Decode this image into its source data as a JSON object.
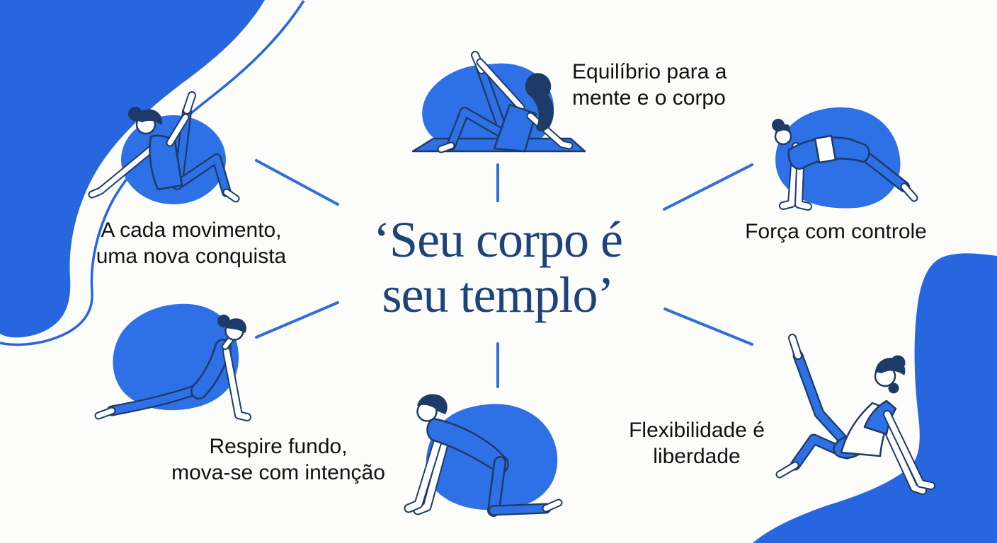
{
  "center": {
    "quote_lines": [
      "‘Seu corpo é",
      "seu templo’"
    ]
  },
  "captions": {
    "top_left": {
      "lines": [
        "A cada movimento,",
        "uma nova conquista"
      ]
    },
    "top_center": {
      "lines": [
        "Equilíbrio para a",
        "mente e o corpo"
      ]
    },
    "top_right": {
      "lines": [
        "Força com controle"
      ]
    },
    "bottom_left": {
      "lines": [
        "Respire fundo,",
        "mova-se com intenção"
      ]
    },
    "bottom_right": {
      "lines": [
        "Flexibilidade é",
        "liberdade"
      ]
    }
  },
  "illustrations": {
    "top_left": "woman-seated-leg-raise-stretch",
    "top_center": "woman-reclining-leg-hold-on-yoga-mat",
    "top_right": "woman-plank-pose",
    "bottom_left": "woman-upward-dog-pose",
    "bottom_center": "man-all-fours-cat-pose",
    "bottom_right": "woman-seated-lean-back-leg-lift"
  },
  "colors": {
    "background": "#FCFCFB",
    "primary_blue": "#2E70E5",
    "decor_blue": "#2766DF",
    "connector_blue": "#2F6FD8",
    "outline_navy": "#1E3A66",
    "quote_navy": "#1D4379",
    "caption_black": "#111111"
  }
}
